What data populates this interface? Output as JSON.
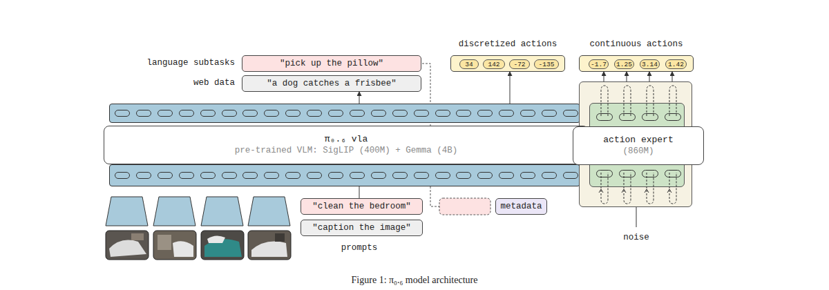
{
  "diagram": {
    "caption": "Figure 1: π₀.₆ model architecture",
    "nodes": [
      {
        "text": [
          "\"pick up the pillow\""
        ]
      },
      {
        "text": [
          "\"a dog catches a frisbee\""
        ]
      },
      {
        "text": [
          "discretized actions"
        ]
      },
      {
        "text": [
          "34"
        ],
        "in": 2
      },
      {
        "text": [
          "142"
        ],
        "in": 2
      },
      {
        "text": [
          "-72"
        ],
        "in": 2
      },
      {
        "text": [
          "-135"
        ],
        "in": 2
      },
      {
        "text": [
          "continuous actions"
        ]
      },
      {
        "text": [
          "-1.7"
        ],
        "in": 7
      },
      {
        "text": [
          "1.25"
        ],
        "in": 7
      },
      {
        "text": [
          "3.14"
        ],
        "in": 7
      },
      {
        "text": [
          "1.42"
        ],
        "in": 7
      },
      {
        "text": [
          "π₀.₆ vla",
          "pre-trained VLM: SigLIP (400M) + Gemma (4B)"
        ]
      },
      {
        "text": [
          "action expert",
          "(860M)"
        ]
      },
      {
        "text": [
          "\"clean the bedroom\""
        ]
      },
      {
        "text": [
          "\"caption the image\""
        ]
      },
      {
        "text": [
          "metadata"
        ]
      }
    ],
    "edges": [
      {
        "from": 12,
        "to": 1,
        "arrow": "to"
      },
      {
        "from": 12,
        "to": 2,
        "arrow": "to"
      },
      {
        "from": 14,
        "to": 12,
        "arrow": "none"
      },
      {
        "from": 13,
        "to": 7,
        "arrow": "to"
      },
      {
        "from": 13,
        "to": 7,
        "arrow": "to"
      },
      {
        "from": 13,
        "to": 7,
        "arrow": "to"
      },
      {
        "from": 13,
        "to": 7,
        "arrow": "to"
      }
    ],
    "labels": [
      "language subtasks",
      "web data",
      "prompts",
      "noise"
    ]
  }
}
